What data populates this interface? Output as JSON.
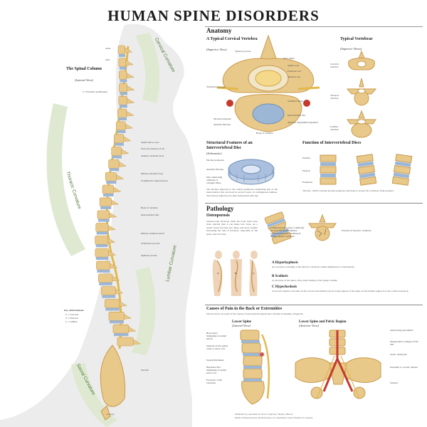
{
  "title": "HUMAN SPINE DISORDERS",
  "left": {
    "spinal_column_title": "The Spinal Column",
    "spinal_column_sub": "(Lateral View)",
    "curvatures": {
      "cervical": "Cervical Curvature",
      "thoracic": "Thoracic Curvature",
      "lumbar": "Lumbar Curvature",
      "sacral": "Sacral Curvature"
    },
    "labels": [
      "Atlas",
      "Axis",
      "C7 (Vertebra prominens)",
      "Spinal nerve roots",
      "Facet for tubercle of rib",
      "Superior articular facet",
      "Inferior articular facet",
      "Foramina for spinal nerves",
      "Body of vertebra",
      "Intervertebral disc",
      "Inferior vertebral notch",
      "Transverse process",
      "Spinous process",
      "Sacrum",
      "Coccyx"
    ],
    "key_title": "Key abbreviations:",
    "key_items": [
      "C = Cervical",
      "T = Thoracic",
      "L = Lumbar"
    ]
  },
  "anatomy": {
    "heading": "Anatomy",
    "cervical_title": "A Typical Cervical Vertebra",
    "cervical_sub": "(Superior View)",
    "typical_title": "Typical Vertebrae",
    "typical_sub": "(Superior Views)",
    "typical_labels": [
      "Cervical vertebra",
      "Thoracic vertebra",
      "Lumbar vertebra"
    ],
    "cervical_labels": [
      "Spinous process",
      "Dura mater",
      "Spinal cord",
      "Posterior root",
      "Anterior root",
      "Vertebral artery",
      "Intervertebral disc",
      "Anterior longitudinal ligament",
      "Nucleus pulposus",
      "Annulus fibrosus",
      "Transverse process",
      "Body of vertebra"
    ],
    "disc_title": "Structural Features of an Intervertebral Disc",
    "disc_sub": "(Schematic)",
    "disc_labels": [
      "Nucleus pulposus",
      "Annulus fibrosus",
      "Disc alternating obliquity of collagen fibers"
    ],
    "disc_text": "The nucleus pulposus is the central gelatinous cushioning part of the intervertebral disc enclosed in several layers of cartilaginous laminae. The nucleus pulposus becomes dehydrated with age.",
    "function_title": "Function of Intervertebral Discs",
    "function_labels": [
      "Normal",
      "Flexion",
      "Extension"
    ],
    "function_text": "The disc, which contains nucleus pulposus, functions to protect the vertebrae from pressure."
  },
  "pathology": {
    "heading": "Pathology",
    "osteo_title": "Osteoporosis",
    "osteo_text": "Osteoporosis develops when the body loses bone more quickly than it can make new bone. As a result, bones become less dense and more fragile, increasing the risk of fractures, especially in the spine, hip and wrist.",
    "osteo_labels": [
      "Compression fractures commonly occur at the thoracolumbar vertebral junction, resulting in wedge-shaped vertebrae.",
      "Fracture of thoracic vertebrae"
    ],
    "deformities": [
      {
        "title": "A Hyperkyphosis",
        "text": "An excessive rounding of the thoracic vertebral column (humpback or hunchback)."
      },
      {
        "title": "B Scoliosis",
        "text": "A curvature of the spine, often with twisting of the spinal column."
      },
      {
        "title": "C Hyperlordosis",
        "text": "A forward anterior curvature in the cervical and lumbar (lower back) regions of the spine. In the lumbar region it is also called swayback."
      }
    ],
    "figure_letters": [
      "A",
      "B",
      "C"
    ]
  },
  "causes": {
    "title": "Causes of Pain in the Back or Extremities",
    "intro": "Shown below are some of the causes of back pain that physicians consider in making a diagnosis.",
    "lower_spine_title": "Lower Spine",
    "lower_spine_sub": "(Lateral View)",
    "pelvis_title": "Lower Spine and Pelvic Region",
    "pelvis_sub": "(Anterior View)",
    "left_labels": [
      "Bone spurs impinging on spinal nerves",
      "Stenosis of the spinal canal or nerve root",
      "Spondylolisthesis",
      "Herniated disc impinging on spinal nerve root",
      "Fractures of the vertebrae"
    ],
    "right_labels": [
      "Ankylosing spondylitis",
      "Degenerative changes of the disc",
      "Aortic aneurysm",
      "Intestinal or colonic disease",
      "Sciatica"
    ]
  },
  "footer": {
    "line1": "Published by Anatomical Chart Company, Skokie, Illinois",
    "line2": "Medical illustration by Keith Kasnot, in consultation with Thomas O. Gruener"
  },
  "colors": {
    "bone": "#e8c98a",
    "bone_dark": "#c99a4e",
    "disc": "#9cb6d6",
    "nerve": "#e2b94a",
    "skin": "#eeeeee",
    "curvature_band": "#dfe9d2",
    "artery": "#c53a2c"
  }
}
